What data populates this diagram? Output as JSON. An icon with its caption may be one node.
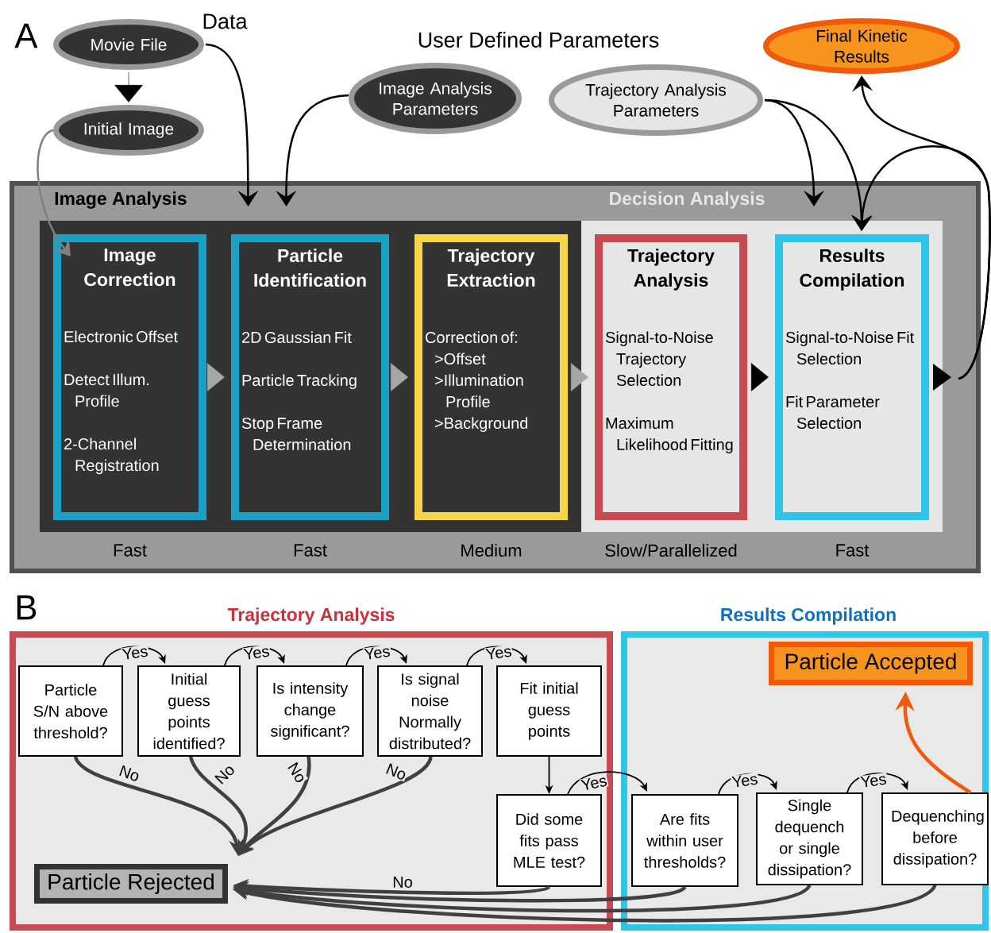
{
  "diagram": {
    "nodes": [
      {
        "text": [
          "Movie File"
        ]
      },
      {
        "text": [
          "Initial Image"
        ]
      },
      {
        "text": [
          "Image Analysis Parameters"
        ]
      },
      {
        "text": [
          "Trajectory Analysis Parameters"
        ]
      },
      {
        "text": [
          "Final Kinetic Results"
        ]
      },
      {
        "text": [
          "Image Analysis",
          "Decision Analysis"
        ]
      },
      {
        "text": [
          "Image Correction",
          "Electronic Offset",
          "Detect Illum. Profile",
          "2-Channel Registration"
        ],
        "beside": [
          "Fast"
        ],
        "in": 5
      },
      {
        "text": [
          "Particle Identification",
          "2D Gaussian Fit",
          "Particle Tracking",
          "Stop Frame Determination"
        ],
        "beside": [
          "Fast"
        ],
        "in": 5
      },
      {
        "text": [
          "Trajectory Extraction",
          "Correction of:",
          ">Offset",
          ">Illumination Profile",
          ">Background"
        ],
        "beside": [
          "Medium"
        ],
        "in": 5
      },
      {
        "text": [
          "Trajectory Analysis",
          "Signal-to-Noise Trajectory Selection",
          "Maximum Likelihood Fitting"
        ],
        "beside": [
          "Slow/Parallelized"
        ],
        "in": 5
      },
      {
        "text": [
          "Results Compilation",
          "Signal-to-Noise Fit Selection",
          "Fit Parameter Selection"
        ],
        "beside": [
          "Fast"
        ],
        "in": 5
      },
      {
        "text": [
          "Trajectory Analysis"
        ]
      },
      {
        "text": [
          "Results Compilation"
        ]
      },
      {
        "text": [
          "Particle S/N above threshold?"
        ],
        "in": 11
      },
      {
        "text": [
          "Initial guess points identified?"
        ],
        "in": 11
      },
      {
        "text": [
          "Is intensity change significant?"
        ],
        "in": 11
      },
      {
        "text": [
          "Is signal noise Normally distributed?"
        ],
        "in": 11
      },
      {
        "text": [
          "Fit initial guess points"
        ],
        "in": 11
      },
      {
        "text": [
          "Did some fits pass MLE test?"
        ],
        "in": 11
      },
      {
        "text": [
          "Particle Rejected"
        ],
        "in": 11
      },
      {
        "text": [
          "Particle Accepted"
        ],
        "in": 12
      },
      {
        "text": [
          "Are fits within user thresholds?"
        ],
        "in": 12
      },
      {
        "text": [
          "Single dequench or single dissipation?"
        ],
        "in": 12
      },
      {
        "text": [
          "Dequenching before dissipation?"
        ],
        "in": 12
      }
    ],
    "edges": [
      {
        "from": 0,
        "to": 1,
        "arrow": "to"
      },
      {
        "from": 1,
        "to": 6,
        "arrow": "to",
        "color": "#808080"
      },
      {
        "from": 0,
        "to": 7,
        "arrow": "to"
      },
      {
        "from": 2,
        "to": 7,
        "arrow": "to"
      },
      {
        "from": 3,
        "to": 10,
        "arrow": "to"
      },
      {
        "from": 3,
        "to": 10,
        "arrow": "to"
      },
      {
        "from": 10,
        "to": 4,
        "arrow": "to"
      },
      {
        "from": 10,
        "to": 10,
        "arrow": "to"
      },
      {
        "from": 6,
        "to": 7,
        "arrow": "to",
        "color": "#a6a6a6"
      },
      {
        "from": 7,
        "to": 8,
        "arrow": "to",
        "color": "#a6a6a6"
      },
      {
        "from": 8,
        "to": 9,
        "arrow": "to",
        "color": "#a6a6a6"
      },
      {
        "from": 9,
        "to": 10,
        "arrow": "to"
      },
      {
        "from": 13,
        "to": 14,
        "arrow": "to",
        "label": "Yes"
      },
      {
        "from": 14,
        "to": 15,
        "arrow": "to",
        "label": "Yes"
      },
      {
        "from": 15,
        "to": 16,
        "arrow": "to",
        "label": "Yes"
      },
      {
        "from": 16,
        "to": 17,
        "arrow": "to",
        "label": "Yes"
      },
      {
        "from": 17,
        "to": 18,
        "arrow": "to"
      },
      {
        "from": 18,
        "to": 21,
        "arrow": "to",
        "label": "Yes"
      },
      {
        "from": 21,
        "to": 22,
        "arrow": "to",
        "label": "Yes"
      },
      {
        "from": 22,
        "to": 23,
        "arrow": "to",
        "label": "Yes"
      },
      {
        "from": 23,
        "to": 20,
        "arrow": "to",
        "style": "thick",
        "color": "#f05a0a"
      },
      {
        "from": 13,
        "to": 19,
        "arrow": "to",
        "label": "No",
        "style": "thick",
        "color": "#404040"
      },
      {
        "from": 14,
        "to": 19,
        "arrow": "to",
        "label": "No",
        "style": "thick",
        "color": "#404040"
      },
      {
        "from": 15,
        "to": 19,
        "arrow": "to",
        "label": "No",
        "style": "thick",
        "color": "#404040"
      },
      {
        "from": 16,
        "to": 19,
        "arrow": "to",
        "label": "No",
        "style": "thick",
        "color": "#404040"
      },
      {
        "from": 18,
        "to": 19,
        "arrow": "to",
        "label": "No",
        "style": "thick",
        "color": "#404040"
      },
      {
        "from": 21,
        "to": 19,
        "arrow": "to",
        "style": "thick",
        "color": "#404040"
      },
      {
        "from": 22,
        "to": 19,
        "arrow": "to",
        "style": "thick",
        "color": "#404040"
      },
      {
        "from": 23,
        "to": 19,
        "arrow": "to",
        "style": "thick",
        "color": "#404040"
      }
    ],
    "labels": [
      "A",
      "Data",
      "User Defined Parameters",
      "B"
    ]
  }
}
